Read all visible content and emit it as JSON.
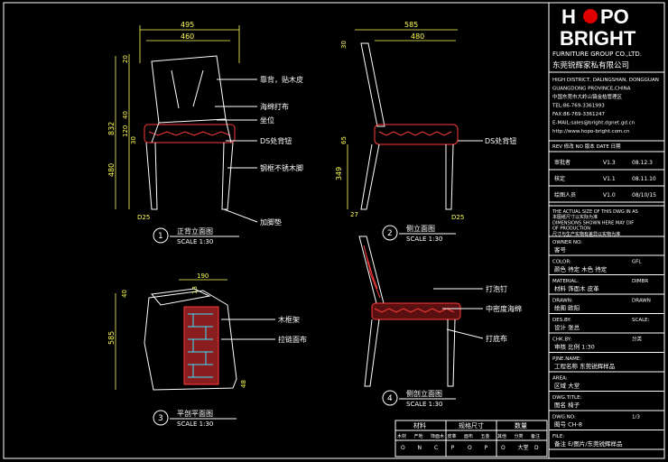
{
  "colors": {
    "background": "#000000",
    "line": "#ffffff",
    "dimension": "#ffff55",
    "accent": "#ff3b3b",
    "logo_dot": "#e00000"
  },
  "view_front": {
    "dims": {
      "w495": "495",
      "w460": "460",
      "h832": "832",
      "h480": "480",
      "h120": "120",
      "h20": "20",
      "h40": "40",
      "h30": "30",
      "d25": "D25"
    },
    "labels": {
      "backrest": "靠背，贴木皮",
      "foam": "海绵打布",
      "seat": "坐位",
      "pin": "DS处背钮",
      "frame": "钢框不锈木脚",
      "foot": "加脚垫"
    },
    "title_num": "1",
    "title_cn": "正背立面图",
    "title_scale": "SCALE 1:30"
  },
  "view_side": {
    "dims": {
      "w585": "585",
      "w480": "480",
      "h30": "30",
      "h65": "65",
      "h349": "349",
      "h27": "27",
      "d25": "D25"
    },
    "labels": {
      "pin": "DS处背钮"
    },
    "title_num": "2",
    "title_cn": "侧立面图",
    "title_scale": "SCALE 1:30"
  },
  "view_plan": {
    "dims": {
      "w190": "190",
      "w13": "13",
      "h585": "585",
      "h48": "48",
      "h40": "40"
    },
    "labels": {
      "wood": "木框架",
      "fabric": "拉链面布"
    },
    "title_num": "3",
    "title_cn": "平剖平面图",
    "title_scale": "SCALE 1:30"
  },
  "view_section": {
    "labels": {
      "nail": "打泡钉",
      "foam": "中密度海绵",
      "cloth": "打底布"
    },
    "title_num": "4",
    "title_cn": "侧剖立面图",
    "title_scale": "SCALE 1:30"
  },
  "titleblock": {
    "logo_top_left": "H",
    "logo_top_right": "PO",
    "logo_bottom": "BRIGHT",
    "company_en": "FURNITURE GROUP CO.,LTD.",
    "company_cn": "东莞锐辉家私有限公司",
    "addr_lines": [
      "HIGH DISTRICT, DALINGSHAN, DONGGUAN",
      "GUANGDONG PROVINCE,CHINA",
      "中国东莞市大岭山镇金桔管理区",
      "TEL:86-769-3361993",
      "FAX:86-769-3361247",
      "E-MAIL:sales@bright.dgnet.gd.cn",
      "http://www.hopo-bright.com.cn"
    ],
    "rev_header": "REV 修改  NO 版本  DATE 日期",
    "revs": [
      [
        "审批者",
        "V1.3",
        "08.12.3"
      ],
      [
        "核定",
        "V1.1",
        "08.11.10"
      ],
      [
        "绘图人员",
        "V1.0",
        "08/10/15"
      ]
    ],
    "notes": [
      "THE ACTUAL SIZE OF THIS DWG IN AS",
      "本图纸尺寸以实际为准",
      "DIMENSIONS SHOWN HERE MAY DIF",
      "OF PRODUCTION",
      "尺寸与生产实物有差异以实物为准"
    ],
    "rows": [
      {
        "en": "OWNER NO:",
        "cn": "客号",
        "val": ""
      },
      {
        "en": "COLOR:",
        "cn": "颜色  待定  木色  待定",
        "val": "GFL"
      },
      {
        "en": "MATERIAL:",
        "cn": "材料  饰面木  皮革",
        "val": "DIMBR"
      },
      {
        "en": "DRAWN:",
        "cn": "绘图  欧阳",
        "val": "DRAWN"
      },
      {
        "en": "DES.BY:",
        "cn": "设计  张总",
        "val": "SCALE:"
      },
      {
        "en": "CHK.BY:",
        "cn": "审核  比例  1:30",
        "val": "分类"
      },
      {
        "en": "PJNE.NAME:",
        "cn": "工程名称  东莞锐辉样品",
        "val": ""
      },
      {
        "en": "AREA:",
        "cn": "区域  大堂",
        "val": ""
      },
      {
        "en": "DWG.TITLE:",
        "cn": "图名  椅子",
        "val": ""
      },
      {
        "en": "DWG.NO:",
        "cn": "图号  CH-8",
        "val": "1/3"
      },
      {
        "en": "FILE:",
        "cn": "备注  E/图片/东莞锐辉样品",
        "val": ""
      }
    ]
  },
  "material_table": {
    "headers": [
      "材料",
      "规格尺寸",
      "数量"
    ],
    "subheaders": [
      "木材",
      "产地",
      "饰面木",
      "皮革",
      "面布",
      "五金",
      "其他",
      "分类",
      "备注"
    ],
    "cells": [
      "O",
      "N",
      "C",
      "P",
      "O",
      "P",
      "O",
      "大堂",
      "D"
    ]
  }
}
